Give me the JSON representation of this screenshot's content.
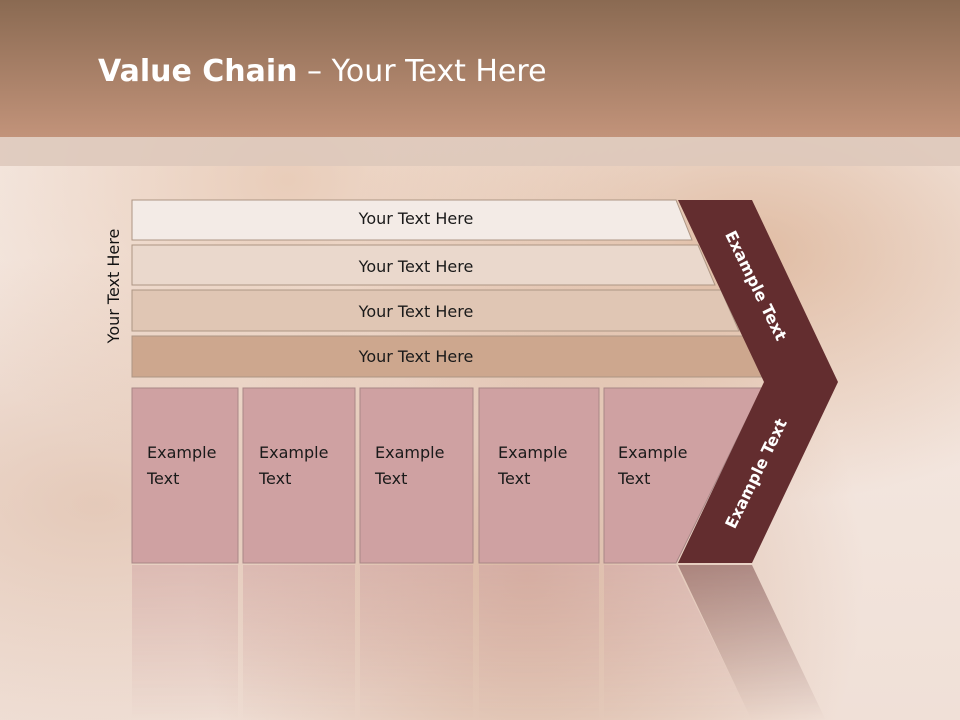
{
  "title": {
    "bold": "Value Chain",
    "rest": " – Your Text Here"
  },
  "side_label": "Your Text Here",
  "rows": [
    {
      "label": "Your Text Here",
      "color": "#f3ebe6"
    },
    {
      "label": "Your Text Here",
      "color": "#ead8cc"
    },
    {
      "label": "Your Text Here",
      "color": "#e0c6b4"
    },
    {
      "label": "Your Text Here",
      "color": "#cda78e"
    }
  ],
  "cells": [
    {
      "line1": "Example",
      "line2": "Text"
    },
    {
      "line1": "Example",
      "line2": "Text"
    },
    {
      "line1": "Example",
      "line2": "Text"
    },
    {
      "line1": "Example",
      "line2": "Text"
    },
    {
      "line1": "Example",
      "line2": "Text"
    }
  ],
  "chevron_top_label": "Example Text",
  "chevron_bottom_label": "Example Text",
  "colors": {
    "cell": "#cfa1a2",
    "chevron": "#632d2f",
    "header": "#b0876d"
  }
}
